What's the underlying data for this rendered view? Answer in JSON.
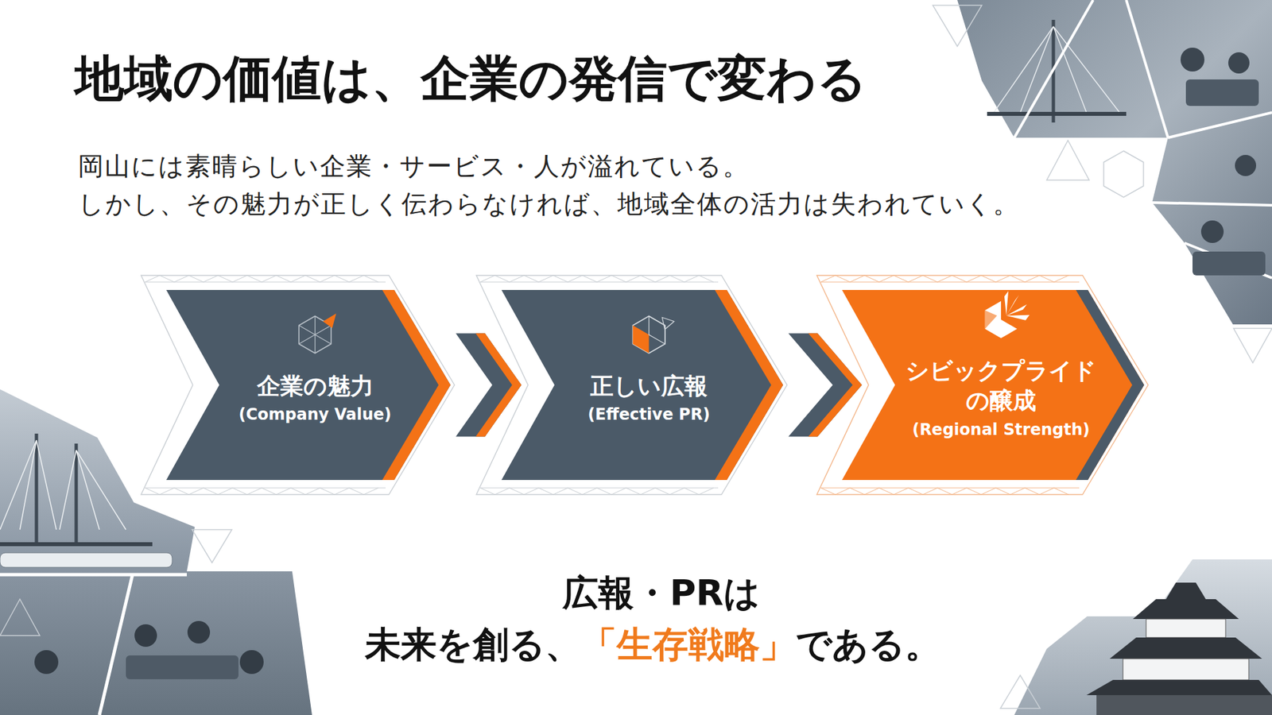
{
  "diagram": {
    "title": "地域の価値は、企業の発信で変わる",
    "nodes": [
      {
        "text": [
          "企業の魅力",
          "(Company Value)"
        ]
      },
      {
        "text": [
          "正しい広報",
          "(Effective PR)"
        ]
      },
      {
        "text": [
          "シビックプライド の醸成",
          "(Regional Strength)"
        ]
      }
    ],
    "edges": [
      {
        "from": 0,
        "to": 1,
        "arrow": "to"
      },
      {
        "from": 1,
        "to": 2,
        "arrow": "to"
      }
    ],
    "labels": [
      "岡山には素晴らしい企業・サービス・人が溢れている。",
      "しかし、その魅力が正しく伝わらなければ、地域全体の活力は失われていく。",
      "広報・PRは",
      "未来を創る、",
      "「生存戦略」",
      "である。"
    ]
  }
}
